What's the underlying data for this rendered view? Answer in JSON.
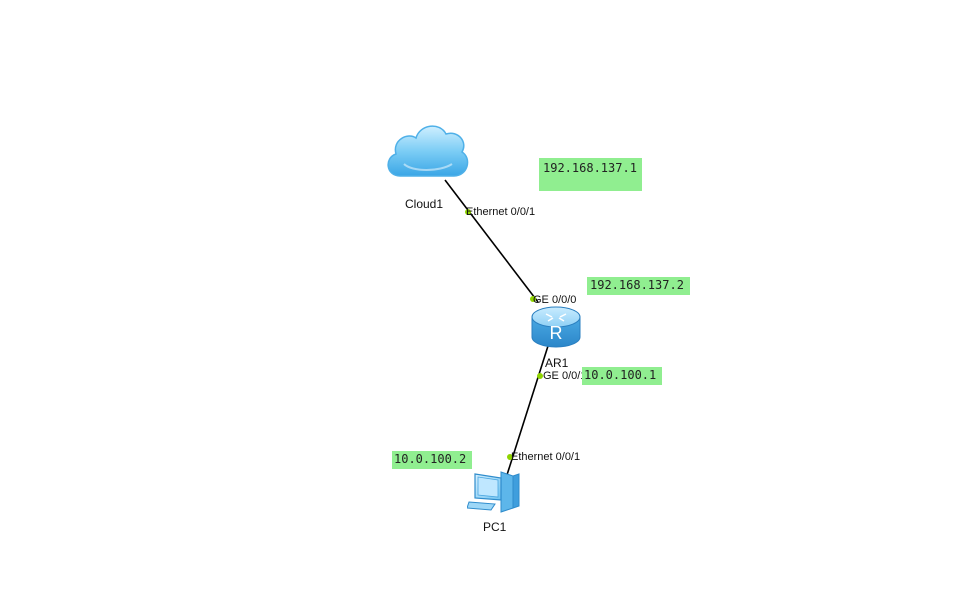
{
  "topology": {
    "devices": {
      "cloud": {
        "name": "Cloud1",
        "icon": "cloud-icon"
      },
      "router": {
        "name": "AR1",
        "icon": "router-icon",
        "glyph": "R"
      },
      "pc": {
        "name": "PC1",
        "icon": "pc-icon"
      }
    },
    "ports": {
      "cloud_eth": "Ethernet 0/0/1",
      "router_ge0": "GE 0/0/0",
      "router_ge1": "GE 0/0/1",
      "pc_eth": "Ethernet 0/0/1"
    },
    "ip_notes": {
      "cloud_ip": "192.168.137.1",
      "router_wan_ip": "192.168.137.2",
      "router_lan_ip": "10.0.100.1",
      "pc_ip": "10.0.100.2"
    },
    "colors": {
      "note_bg": "#90ee90",
      "port_dot": "#8fd400",
      "link": "#000000",
      "device_blue": "#5bb8f0"
    }
  }
}
